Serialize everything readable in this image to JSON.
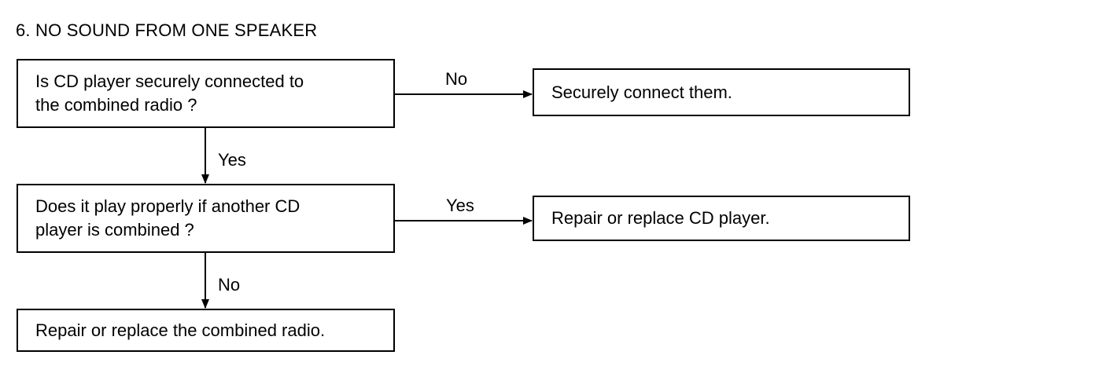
{
  "title": "6.  NO SOUND FROM ONE SPEAKER",
  "nodes": {
    "q1": "Is CD player securely connected to\nthe combined radio ?",
    "a1": "Securely connect them.",
    "q2": "Does it play properly if another CD\nplayer is combined ?",
    "a2": "Repair or replace CD player.",
    "end": "Repair or replace the combined radio."
  },
  "edges": {
    "q1_no": "No",
    "q1_yes": "Yes",
    "q2_yes": "Yes",
    "q2_no": "No"
  }
}
